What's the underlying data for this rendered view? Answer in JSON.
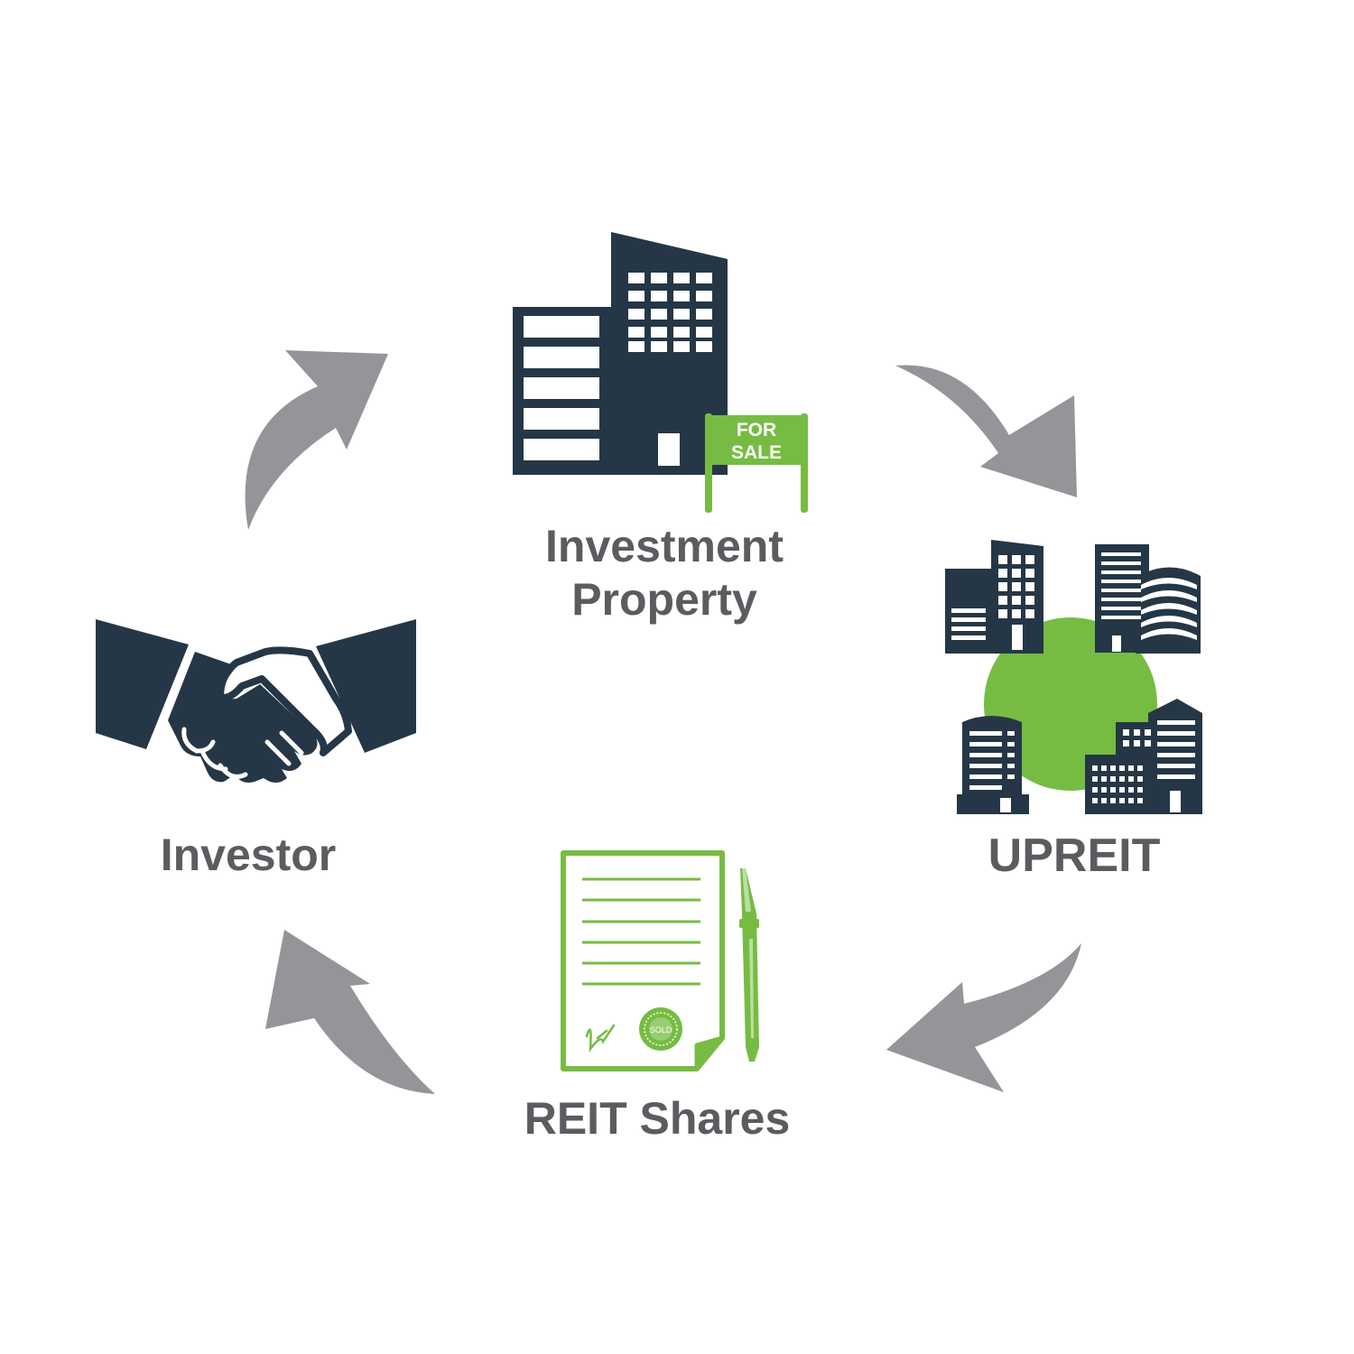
{
  "colors": {
    "dark": "#253746",
    "green": "#76bc43",
    "arrow": "#939598",
    "label": "#5a5c5f",
    "background": "#ffffff"
  },
  "nodes": {
    "investment_property": {
      "line1": "Investment",
      "line2": "Property",
      "icon": "office-building-for-sale-icon"
    },
    "upreit": {
      "label": "UPREIT",
      "icon": "city-buildings-cluster-icon"
    },
    "reit_shares": {
      "label": "REIT Shares",
      "icon": "signed-contract-pen-icon"
    },
    "investor": {
      "label": "Investor",
      "icon": "handshake-icon"
    }
  },
  "sign": {
    "line1": "FOR",
    "line2": "SALE"
  },
  "seal": {
    "text": "SOLD"
  },
  "arrows": [
    {
      "from": "investor",
      "to": "investment_property"
    },
    {
      "from": "investment_property",
      "to": "upreit"
    },
    {
      "from": "upreit",
      "to": "reit_shares"
    },
    {
      "from": "reit_shares",
      "to": "investor"
    }
  ]
}
